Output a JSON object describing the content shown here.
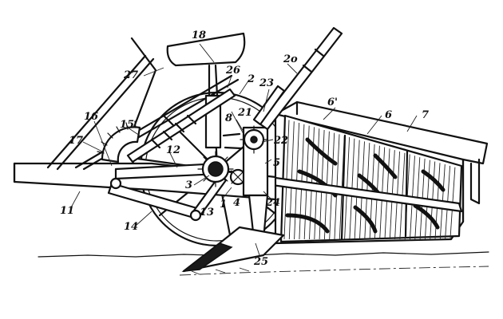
{
  "figure": {
    "labels": {
      "l1": "1",
      "l2": "2",
      "l3": "3",
      "l4": "4",
      "l5": "5",
      "l6": "6",
      "l6p": "6'",
      "l7": "7",
      "l8": "8",
      "l11": "11",
      "l12": "12",
      "l13": "13",
      "l14": "14",
      "l15": "15",
      "l16": "16",
      "l17": "17",
      "l18": "18",
      "l20": "2o",
      "l21": "21",
      "l22": "22",
      "l23": "23",
      "l24": "24",
      "l25": "25",
      "l26": "26",
      "l27": "27"
    }
  }
}
